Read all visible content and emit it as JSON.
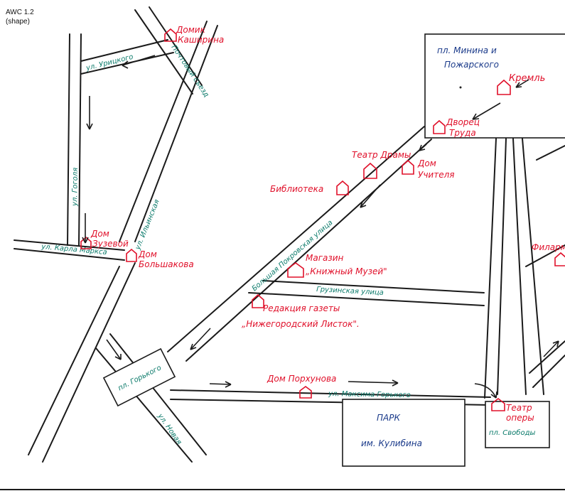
{
  "corner": {
    "line1": "AWC 1.2",
    "line2": "(shape)"
  },
  "streets": {
    "uritskogo": "ул. Урицкого",
    "pochtovy": "Почтовый съезд",
    "gogolya": "ул. Гоголя",
    "ilyinskaya": "ул. Ильинская",
    "karla_marksa": "ул. Карла Маркса",
    "bolshaya_pokrovskaya": "Большая Покровская улица",
    "gruzinskaya": "Грузинская улица",
    "maksima_gorkogo": "ул. Максима Горького",
    "novaya": "ул. Новая"
  },
  "squares": {
    "minina_line1": "пл. Минина и",
    "minina_line2": "Пожарского",
    "gorkogo": "пл. Горького",
    "svobody": "пл. Свободы",
    "park_line1": "ПАРК",
    "park_line2": "им. Кулибина"
  },
  "places": {
    "kashirin_line1": "Домик",
    "kashirin_line2": "Каширина",
    "kreml": "Кремль",
    "dvorets_line1": "Дворец",
    "dvorets_line2": "Труда",
    "teatr_dramy": "Театр Драмы",
    "dom_uchitelya_line1": "Дом",
    "dom_uchitelya_line2": "Учителя",
    "biblioteka": "Библиотека",
    "dom_zuzevoy_line1": "Дом",
    "dom_zuzevoy_line2": "Зузевой",
    "dom_bolshakova_line1": "Дом",
    "dom_bolshakova_line2": "Большакова",
    "magazin_line1": "Магазин",
    "magazin_line2": "„Книжный Музей\"",
    "redaktsiya_line1": "Редакция газеты",
    "redaktsiya_line2": "„Нижегородский Листок\".",
    "dom_porkhunova": "Дом Порхунова",
    "teatr_opery_line1": "Театр",
    "teatr_opery_line2": "оперы",
    "filarmoniya": "Филарм"
  },
  "colors": {
    "landmark": "#e0102a",
    "street_label": "#0a7a6a",
    "road": "#1a1a1a"
  }
}
